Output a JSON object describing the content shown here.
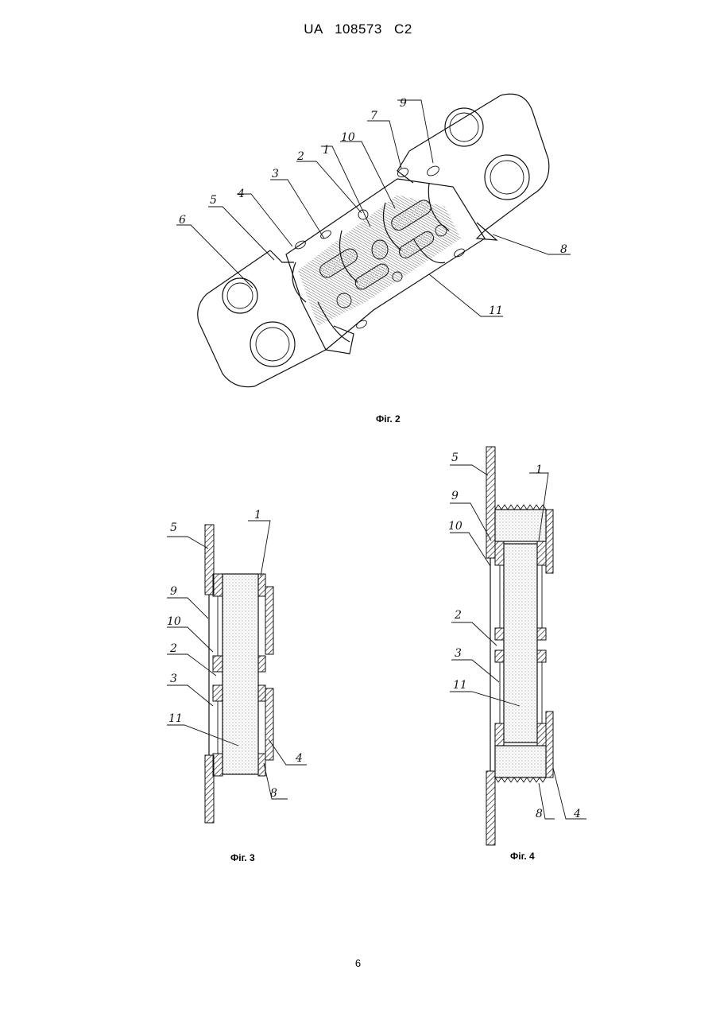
{
  "header": {
    "patent_id": "UA   108573   C2"
  },
  "figures": {
    "fig2": {
      "caption": "Фіг. 2",
      "labels": [
        "9",
        "7",
        "10",
        "2",
        "1",
        "3",
        "4",
        "5",
        "6",
        "8",
        "11"
      ]
    },
    "fig3": {
      "caption": "Фіг. 3",
      "labels": [
        "5",
        "1",
        "9",
        "10",
        "2",
        "3",
        "11",
        "4",
        "8"
      ]
    },
    "fig4": {
      "caption": "Фіг. 4",
      "labels": [
        "5",
        "1",
        "9",
        "10",
        "2",
        "3",
        "11",
        "8",
        "4"
      ]
    }
  },
  "page_number": "6"
}
